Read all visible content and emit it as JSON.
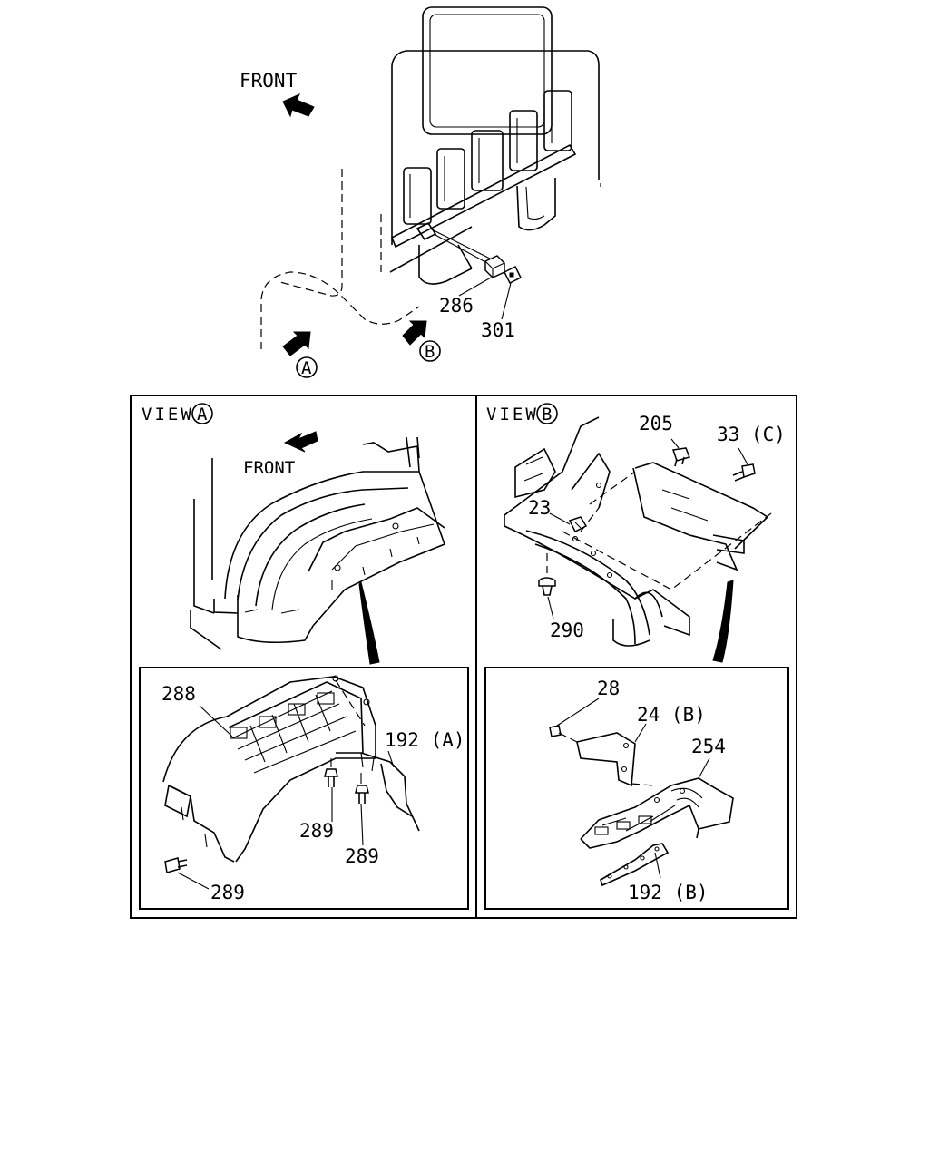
{
  "top": {
    "front_label": "FRONT",
    "marker_a": "A",
    "marker_b": "B",
    "part_286": "286",
    "part_301": "301"
  },
  "view_a": {
    "title": "VIEW",
    "marker": "A",
    "front_label": "FRONT",
    "part_288": "288",
    "part_192a": "192 (A)",
    "part_289_1": "289",
    "part_289_2": "289",
    "part_289_3": "289"
  },
  "view_b": {
    "title": "VIEW",
    "marker": "B",
    "part_205": "205",
    "part_33c": "33 (C)",
    "part_23": "23",
    "part_290": "290",
    "part_28": "28",
    "part_24b": "24 (B)",
    "part_254": "254",
    "part_192b": "192 (B)"
  }
}
